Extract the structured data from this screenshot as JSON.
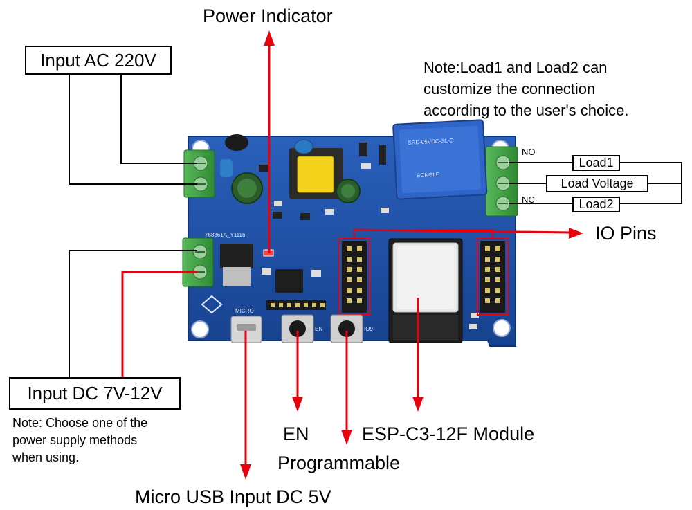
{
  "labels": {
    "power_indicator": "Power Indicator",
    "input_ac": "Input AC 220V",
    "input_dc": "Input DC 7V-12V",
    "io_pins": "IO Pins",
    "en": "EN",
    "programmable": "Programmable",
    "module": "ESP-C3-12F Module",
    "micro_usb": "Micro USB Input DC 5V",
    "load1": "Load1",
    "load_voltage": "Load Voltage",
    "load2": "Load2",
    "no": "NO",
    "nc": "NC"
  },
  "notes": {
    "load_note": [
      "Note:Load1 and Load2 can",
      "customize the connection",
      "according to the user's choice."
    ],
    "power_note": [
      "Note: Choose one of the",
      "power supply methods",
      "when using."
    ]
  },
  "board_silkscreen": {
    "relay_model": "SRD-05VDC-SL-C",
    "relay_brand": "SONGLE",
    "board_id": "768861A_Y1116",
    "micro": "MICRO",
    "en_btn": "EN",
    "io9_btn": "IO9"
  },
  "colors": {
    "arrow": "#e8000b",
    "wire": "#000000",
    "pcb": "#1c4fa8",
    "terminal": "#3fa041",
    "relay": "#2f64c9"
  },
  "icons": {
    "arrow_head": "triangle-arrow-icon"
  }
}
